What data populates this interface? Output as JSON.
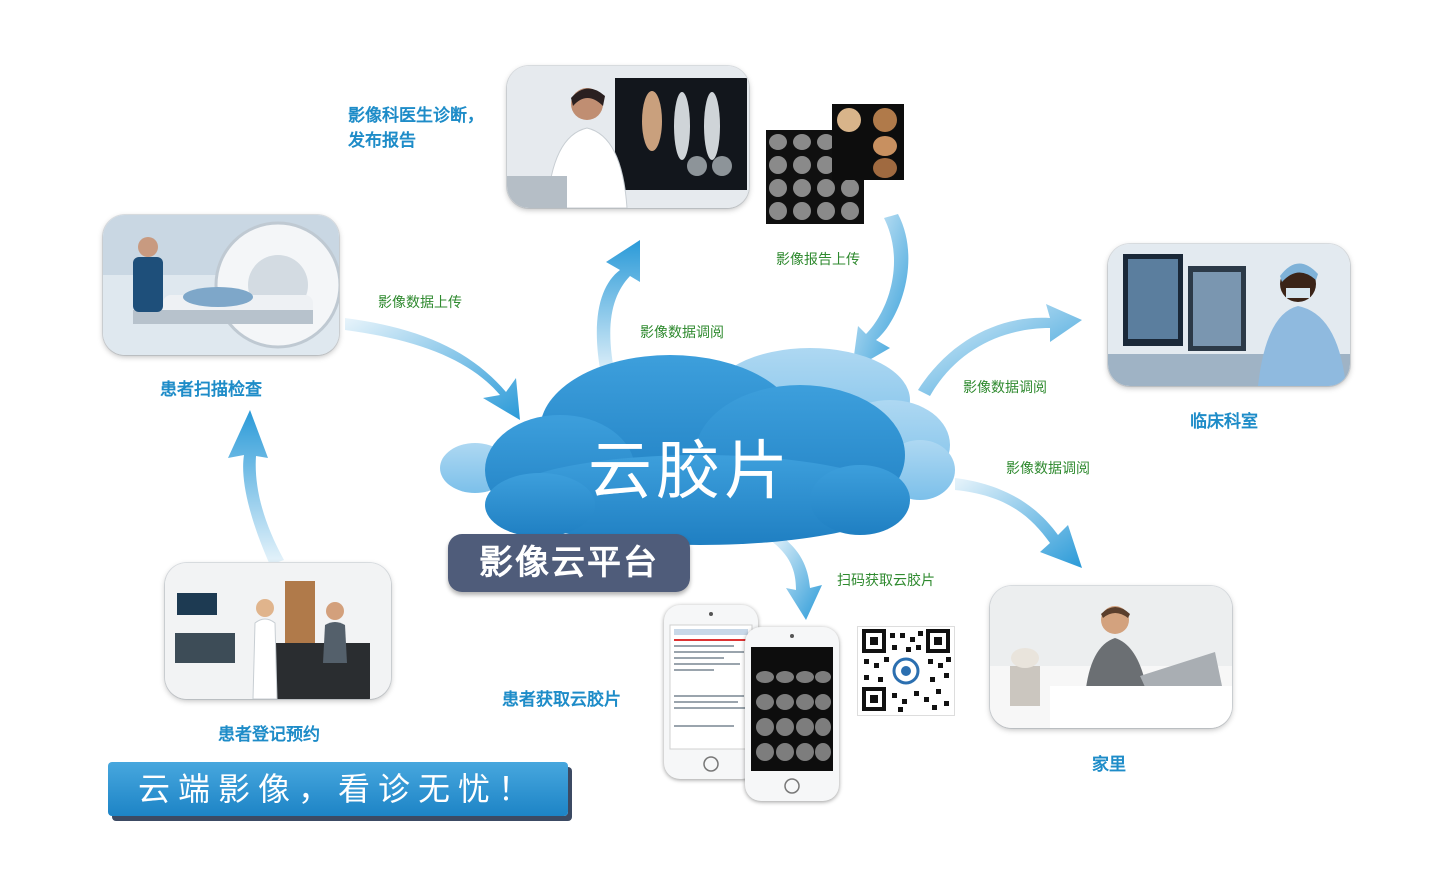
{
  "cloud": {
    "title": "云胶片"
  },
  "platform": {
    "label": "影像云平台"
  },
  "slogan": "云端影像，看诊无忧！",
  "nodes": {
    "scan": "患者扫描检查",
    "doctor": "影像科医生诊断，发布报告",
    "clinic": "临床科室",
    "home": "家里",
    "register": "患者登记预约",
    "patient_get": "患者获取云胶片"
  },
  "arrows": {
    "upload_data": "影像数据上传",
    "upload_report": "影像报告上传",
    "review_doctor": "影像数据调阅",
    "review_clinic": "影像数据调阅",
    "review_home": "影像数据调阅",
    "scan_qr": "扫码获取云胶片"
  },
  "colors": {
    "caption": "#1e8cc8",
    "arrow_label": "#2f8a2f",
    "cloud": "#2b8fd0",
    "badge": "#4f5c7a"
  }
}
